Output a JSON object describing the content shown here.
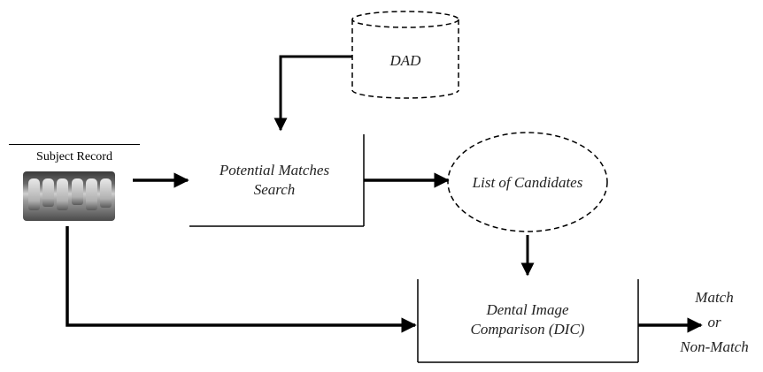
{
  "subject_record": {
    "label": "Subject Record",
    "image": "dental-xray-thumbnail"
  },
  "nodes": {
    "dad": "DAD",
    "potential_matches_search": [
      "Potential Matches",
      "Search"
    ],
    "list_of_candidates": "List of Candidates",
    "dental_image_comparison": [
      "Dental Image",
      "Comparison (DIC)"
    ],
    "output": [
      "Match",
      "or",
      "Non-Match"
    ]
  }
}
